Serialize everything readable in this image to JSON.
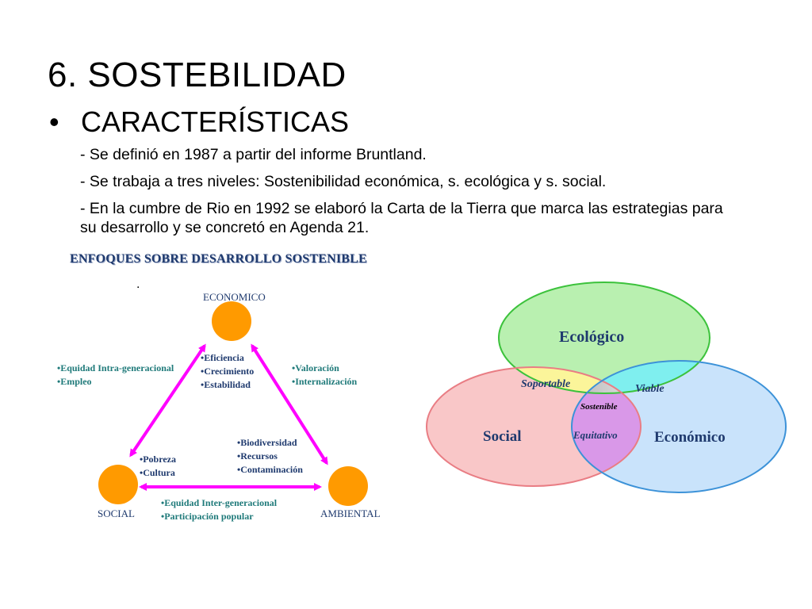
{
  "slide": {
    "title": "6. SOSTEBILIDAD",
    "bullet_marker": "•",
    "bullet_heading": "CARACTERÍSTICAS",
    "lines": [
      "- Se definió en 1987 a partir del informe Bruntland.",
      "- Se trabaja a tres niveles: Sostenibilidad económica, s. ecológica y s. social.",
      "- En la cumbre de Rio en 1992  se elaboró la Carta de la Tierra  que marca las estrategias para su desarrollo y se concretó en Agenda 21."
    ]
  },
  "triangle": {
    "title": "ENFOQUES SOBRE DESARROLLO SOSTENIBLE",
    "stray_dot": ".",
    "nodes": {
      "economico": "ECONOMICO",
      "social": "SOCIAL",
      "ambiental": "AMBIENTAL"
    },
    "economico_items": [
      "•Eficiencia",
      "•Crecimiento",
      "•Estabilidad"
    ],
    "social_items": [
      "•Pobreza",
      "•Cultura"
    ],
    "ambiental_items": [
      "•Biodiversidad",
      "•Recursos",
      "•Contaminación"
    ],
    "left_edge_items": [
      "•Equidad Intra-generacional",
      "•Empleo"
    ],
    "right_edge_items": [
      "•Valoración",
      "•Internalización"
    ],
    "bottom_edge_items": [
      "•Equidad Inter-generacional",
      "•Participación popular"
    ],
    "colors": {
      "node": "#ff9a00",
      "arrow": "#ff00ff",
      "node_label": "#1f3a6e",
      "item_text": "#1f3a6e",
      "edge_text": "#1f7a7a"
    }
  },
  "venn": {
    "ecologico": "Ecológico",
    "social": "Social",
    "economico": "Económico",
    "soportable": "Soportable",
    "viable": "Viable",
    "equitativo": "Equitativo",
    "sostenible": "Sostenible",
    "colors": {
      "ecologico": "#b9f0b0",
      "social": "#f9c7c8",
      "economico": "#c9e3fb",
      "soportable": "#fbf59a",
      "viable": "#7fefef",
      "equitativo": "#d998e8",
      "sostenible": "#9a9a9a",
      "label": "#1f3a6e"
    }
  }
}
